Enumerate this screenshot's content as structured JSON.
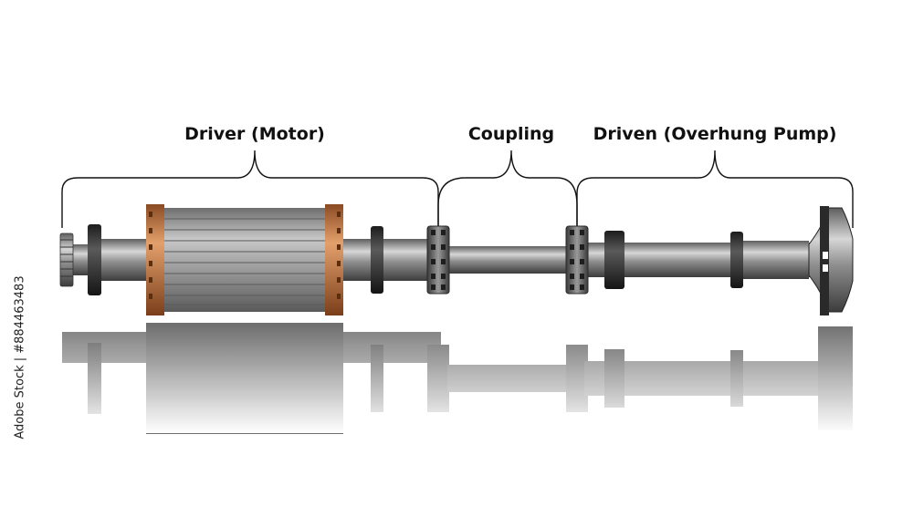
{
  "labels": {
    "driver": "Driver (Motor)",
    "coupling": "Coupling",
    "driven": "Driven (Overhung Pump)"
  },
  "stock_id": "Adobe Stock | #884463483",
  "watermark": "Adobe Stock",
  "colors": {
    "bracket": "#111111",
    "shaft_dark": "#4a4a4a",
    "shaft_light": "#d4d4d4",
    "flange": "#2b2b2b",
    "copper": "#b86a35",
    "copper_light": "#e3a06c",
    "rotor_core": "#8c8c8c"
  },
  "components": [
    "end-gear",
    "bearing-collar",
    "motor-rotor-core",
    "copper-end-ring",
    "bearing-collar",
    "coupling-flange",
    "intermediate-shaft",
    "coupling-flange",
    "bearing-collar",
    "pump-shaft",
    "bearing-collar",
    "overhung-impeller"
  ]
}
